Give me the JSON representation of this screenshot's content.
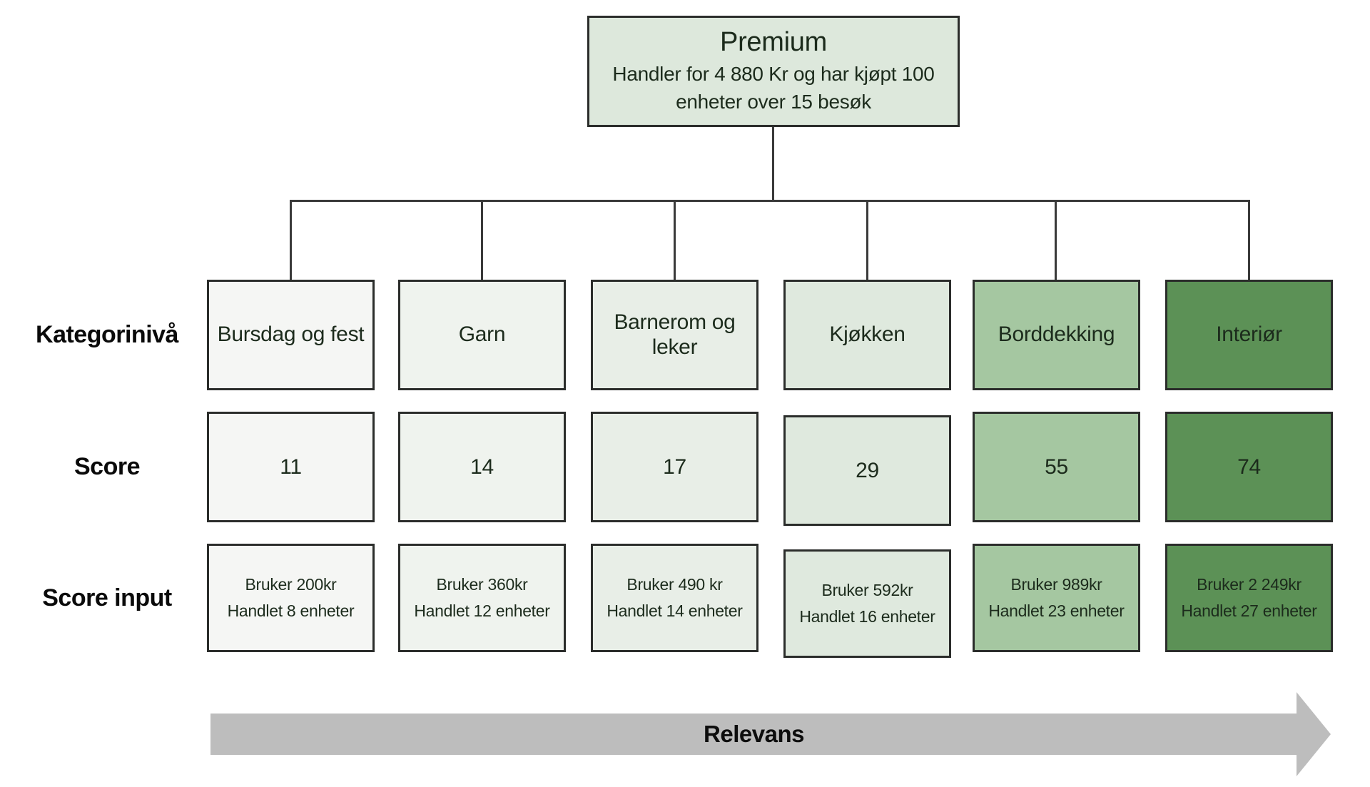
{
  "root_node": {
    "title": "Premium",
    "subtitle": "Handler for 4 880 Kr og har kjøpt 100 enheter over 15 besøk",
    "color": "#dde8dc"
  },
  "row_labels": {
    "category": "Kategorinivå",
    "score": "Score",
    "score_input": "Score input"
  },
  "columns": [
    {
      "category": "Bursdag og fest",
      "score": "11",
      "input_line1": "Bruker 200kr",
      "input_line2": "Handlet 8 enheter",
      "color": "#f5f6f4"
    },
    {
      "category": "Garn",
      "score": "14",
      "input_line1": "Bruker 360kr",
      "input_line2": "Handlet 12 enheter",
      "color": "#eff3ee"
    },
    {
      "category": "Barnerom og leker",
      "score": "17",
      "input_line1": "Bruker 490 kr",
      "input_line2": "Handlet 14 enheter",
      "color": "#e8eee7"
    },
    {
      "category": "Kjøkken",
      "score": "29",
      "input_line1": "Bruker 592kr",
      "input_line2": "Handlet 16 enheter",
      "color": "#dfe9de"
    },
    {
      "category": "Borddekking",
      "score": "55",
      "input_line1": "Bruker 989kr",
      "input_line2": "Handlet 23 enheter",
      "color": "#a5c7a1"
    },
    {
      "category": "Interiør",
      "score": "74",
      "input_line1": "Bruker 2 249kr",
      "input_line2": "Handlet 27 enheter",
      "color": "#5c9156"
    }
  ],
  "arrow": {
    "label": "Relevans",
    "color": "#bdbdbd"
  }
}
